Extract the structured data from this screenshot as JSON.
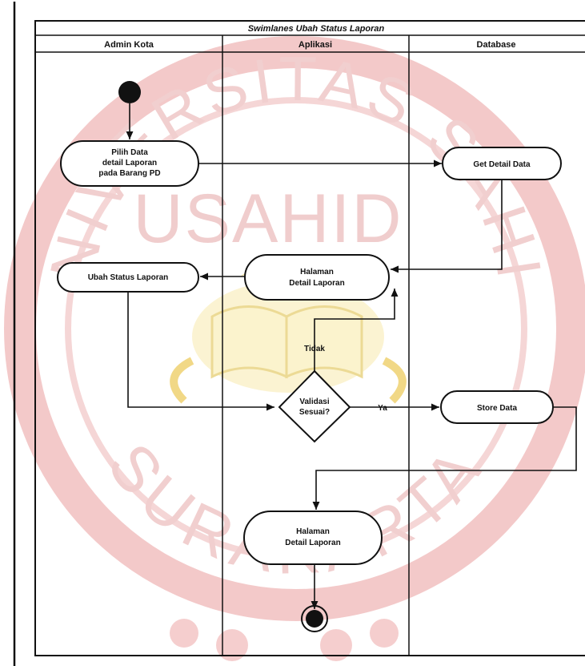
{
  "diagram": {
    "title": "Swimlanes Ubah Status Laporan",
    "lanes": [
      "Admin Kota",
      "Aplikasi",
      "Database"
    ],
    "nodes": {
      "pilih_data": [
        "Pilih Data",
        "detail Laporan",
        "pada Barang PD"
      ],
      "get_detail": [
        "Get Detail Data"
      ],
      "ubah_status": [
        "Ubah Status Laporan"
      ],
      "halaman_detail_1": [
        "Halaman",
        "Detail Laporan"
      ],
      "validasi": [
        "Validasi",
        "Sesuai?"
      ],
      "store_data": [
        "Store Data"
      ],
      "halaman_detail_2": [
        "Halaman",
        "Detail Laporan"
      ]
    },
    "edge_labels": {
      "tidak": "Tidak",
      "ya": "Ya"
    },
    "watermark": {
      "text_top": "UNIVERSITAS SAHID",
      "text_center": "USAHID",
      "text_bottom": "SURAKARTA"
    },
    "colors": {
      "watermark_red": "#cc3a3a",
      "watermark_gold": "#e8c23a",
      "ink": "#111111"
    }
  }
}
